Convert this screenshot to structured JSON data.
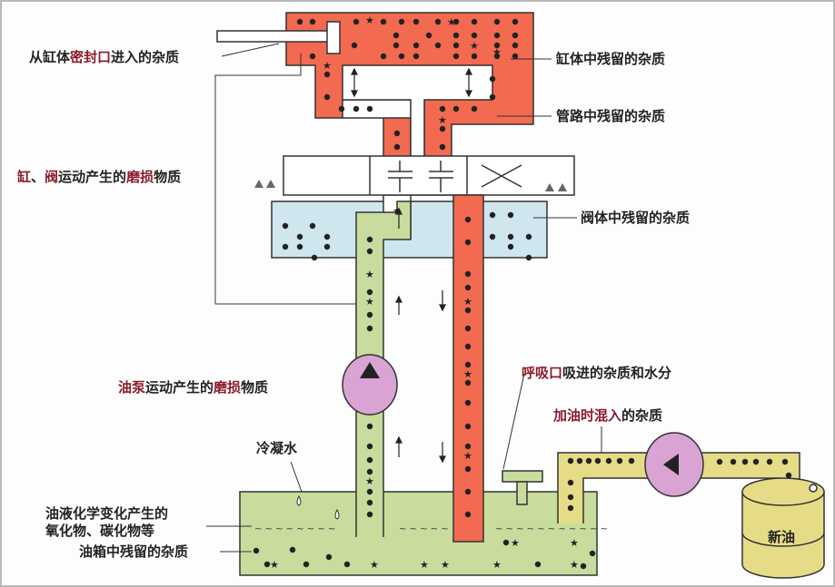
{
  "labels": {
    "seal": {
      "pre": "从缸体",
      "red": "密封口",
      "post": "进入的杂质"
    },
    "cylinder_residue": "缸体中残留的杂质",
    "pipe_residue": "管路中残留的杂质",
    "wear": {
      "red1": "缸",
      "sep": "、",
      "red2": "阀",
      "mid": "运动产生的",
      "red3": "磨损",
      "post": "物质"
    },
    "valve_residue": "阀体中残留的杂质",
    "pump_wear": {
      "red1": "油泵",
      "mid": "运动产生的",
      "red2": "磨损",
      "post": "物质"
    },
    "breather": {
      "red": "呼吸口",
      "post": "吸进的杂质和水分"
    },
    "filling": {
      "red": "加油时混入",
      "post": "的杂质"
    },
    "condensate": "冷凝水",
    "oxidation_line1": "油液化学变化产生的",
    "oxidation_line2": "氧化物、碳化物等",
    "tank_residue": "油箱中残留的杂质",
    "new_oil": "新油"
  },
  "colors": {
    "cylinder_red": "#f26a4f",
    "valve_blue": "#cfe6ef",
    "oil_green": "#c8dc9e",
    "pump_pink": "#d9a3d4",
    "new_oil_yellow": "#e6dc88"
  }
}
